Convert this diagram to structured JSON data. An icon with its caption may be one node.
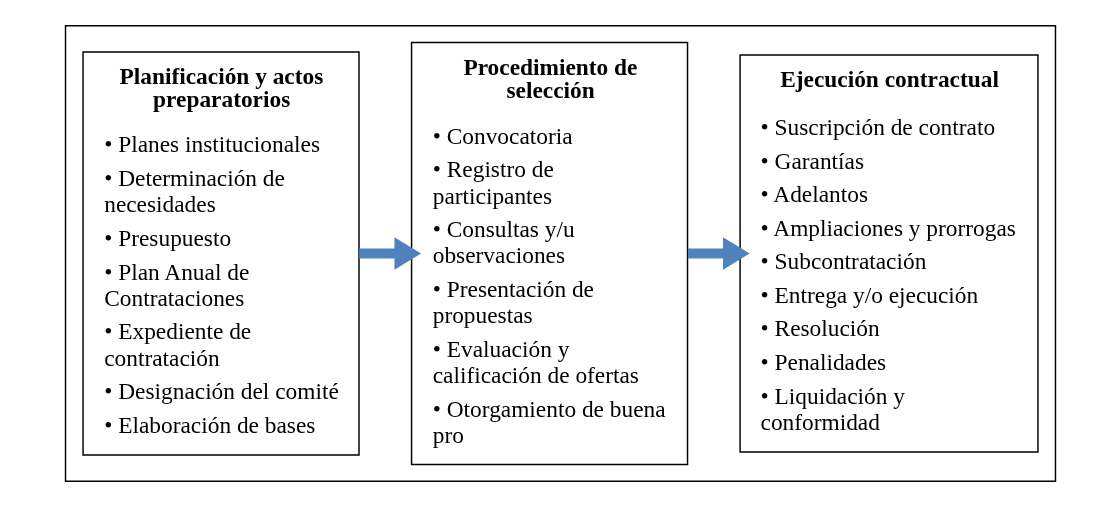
{
  "diagram": {
    "nodes": [
      {
        "text": [],
        "shape": "box"
      },
      {
        "text": [
          "Planificación y actos preparatorios",
          "• Planes institucionales",
          "• Determinación de necesidades",
          "• Presupuesto",
          "• Plan Anual de Contrataciones",
          "• Expediente de contratación",
          "• Designación del comité",
          "• Elaboración de bases"
        ],
        "in": 0
      },
      {
        "text": [
          "Procedimiento de selección",
          "• Convocatoria",
          "• Registro de participantes",
          "• Consultas y/u observaciones",
          "• Presentación de propuestas",
          "• Evaluación y calificación de ofertas",
          "• Otorgamiento de buena pro"
        ],
        "in": 0
      },
      {
        "text": [
          "Ejecución contractual",
          "• Suscripción de contrato",
          "• Garantías",
          "• Adelantos",
          "• Ampliaciones y prorrogas",
          "• Subcontratación",
          "• Entrega y/o ejecución",
          "• Resolución",
          "• Penalidades",
          "• Liquidación y conformidad"
        ],
        "in": 0
      }
    ],
    "edges": [
      {
        "from": 1,
        "to": 2,
        "arrow": "to"
      },
      {
        "from": 2,
        "to": 3,
        "arrow": "to"
      }
    ]
  }
}
